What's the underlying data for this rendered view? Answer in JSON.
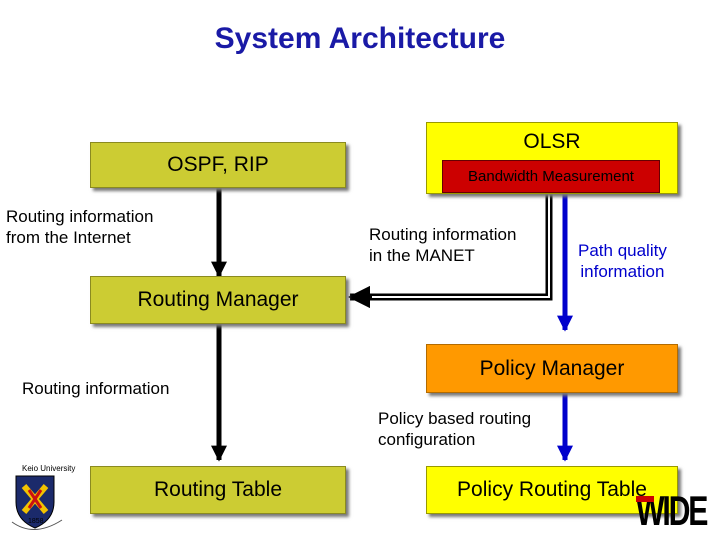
{
  "title": "System Architecture",
  "boxes": {
    "ospf": "OSPF, RIP",
    "olsr": "OLSR",
    "bandwidth": "Bandwidth Measurement",
    "routing_manager": "Routing Manager",
    "policy_manager": "Policy Manager",
    "routing_table": "Routing Table",
    "policy_routing_table": "Policy Routing Table"
  },
  "labels": {
    "internet_1": "Routing information",
    "internet_2": "from the Internet",
    "manet_1": "Routing information",
    "manet_2": "in the MANET",
    "path_1": "Path quality",
    "path_2": "information",
    "routing_info": "Routing information",
    "policy_1": "Policy based routing",
    "policy_2": "configuration"
  },
  "logos": {
    "keio": "Keio University",
    "keio_year": "1858",
    "wide": "WIDE"
  },
  "colors": {
    "title": "#1a1aa6",
    "olive_box": "#cccc33",
    "olsr_box": "#ffff00",
    "policy_box": "#ff9900",
    "bandwidth_box": "#cc0000",
    "black_arrow": "#000000",
    "blue_arrow": "#0000cc"
  }
}
